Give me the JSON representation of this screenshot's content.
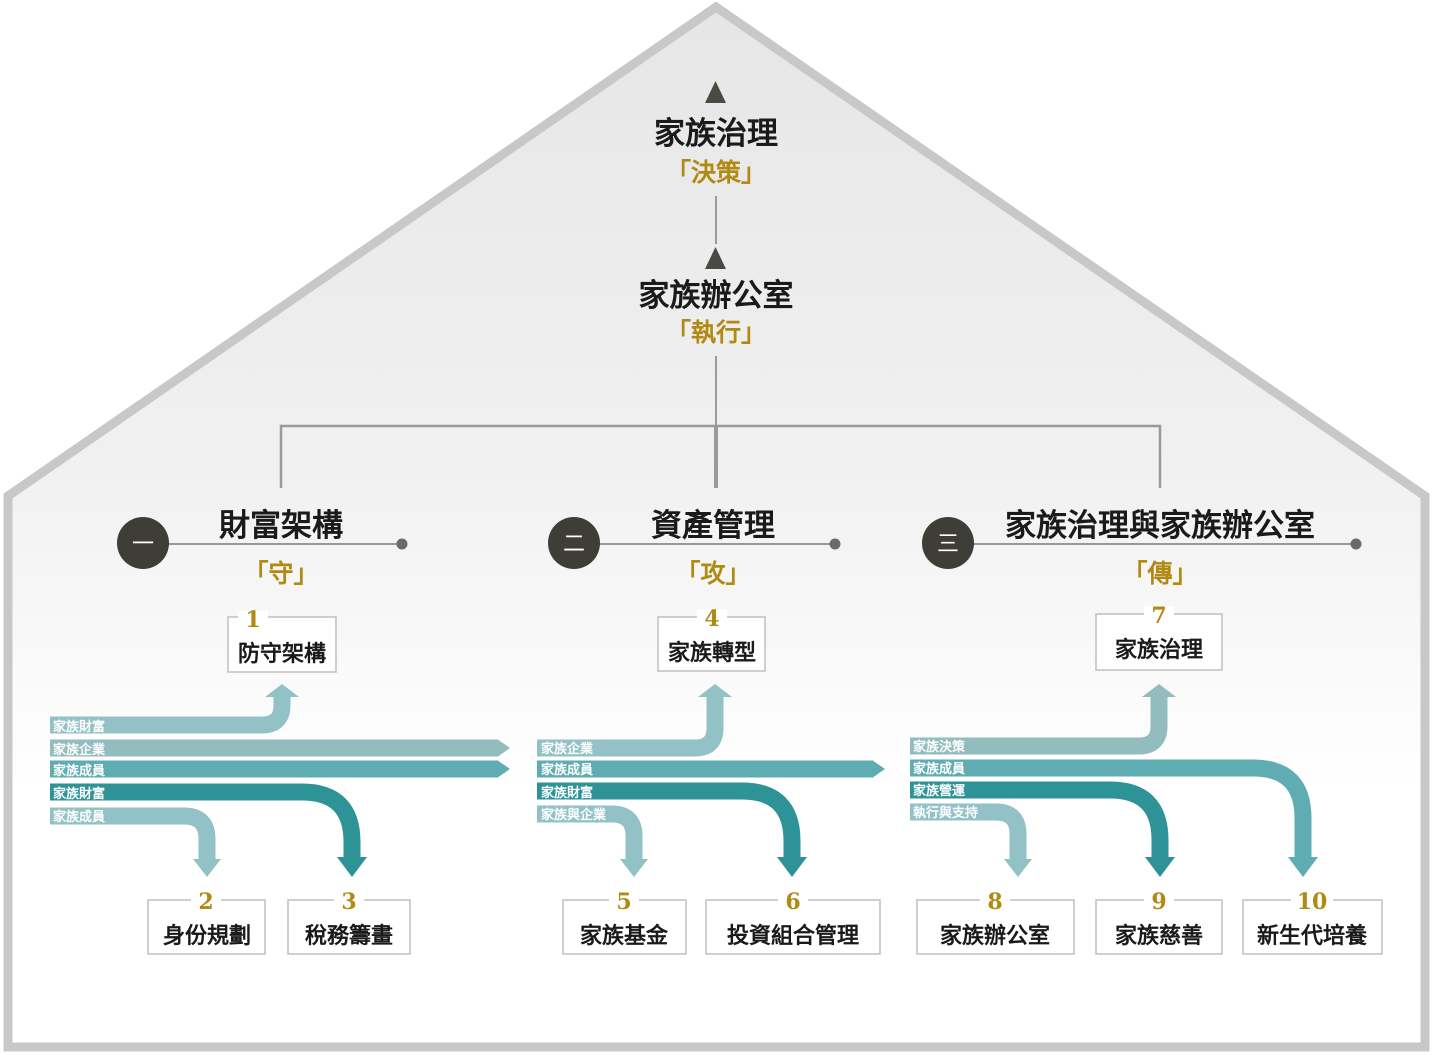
{
  "top": {
    "title": "家族治理",
    "subtitle": "「決策」"
  },
  "middle": {
    "title": "家族辦公室",
    "subtitle": "「執行」"
  },
  "pillars": [
    {
      "badge": "一",
      "title": "財富架構",
      "subtitle": "「守」"
    },
    {
      "badge": "二",
      "title": "資產管理",
      "subtitle": "「攻」"
    },
    {
      "badge": "三",
      "title": "家族治理與家族辦公室",
      "subtitle": "「傳」"
    }
  ],
  "items": [
    {
      "num": "1",
      "label": "防守架構"
    },
    {
      "num": "2",
      "label": "身份規劃"
    },
    {
      "num": "3",
      "label": "稅務籌畫"
    },
    {
      "num": "4",
      "label": "家族轉型"
    },
    {
      "num": "5",
      "label": "家族基金"
    },
    {
      "num": "6",
      "label": "投資組合管理"
    },
    {
      "num": "7",
      "label": "家族治理"
    },
    {
      "num": "8",
      "label": "家族辦公室"
    },
    {
      "num": "9",
      "label": "家族慈善"
    },
    {
      "num": "10",
      "label": "新生代培養"
    }
  ],
  "flows": [
    {
      "text": "家族財富",
      "color": "#92c2c6"
    },
    {
      "text": "家族企業",
      "color": "#92bcbe"
    },
    {
      "text": "家族成員",
      "color": "#5fadb3"
    },
    {
      "text": "家族財富",
      "color": "#2e9397"
    },
    {
      "text": "家族成員",
      "color": "#92c2c6"
    },
    {
      "text": "家族企業",
      "color": "#92c2c6"
    },
    {
      "text": "家族成員",
      "color": "#5fadb3"
    },
    {
      "text": "家族財富",
      "color": "#2e9397"
    },
    {
      "text": "家族與企業",
      "color": "#92c2c6"
    },
    {
      "text": "家族決策",
      "color": "#92bcbe"
    },
    {
      "text": "家族成員",
      "color": "#5fadb3"
    },
    {
      "text": "家族營運",
      "color": "#2e9397"
    },
    {
      "text": "執行與支持",
      "color": "#92c2c6"
    }
  ],
  "colors": {
    "house_outline": "#c8c8c8",
    "connector": "#9a9a9a",
    "badge": "#3e3d38",
    "accent_gold": "#b08a12",
    "box_border": "#bfbfbf"
  }
}
